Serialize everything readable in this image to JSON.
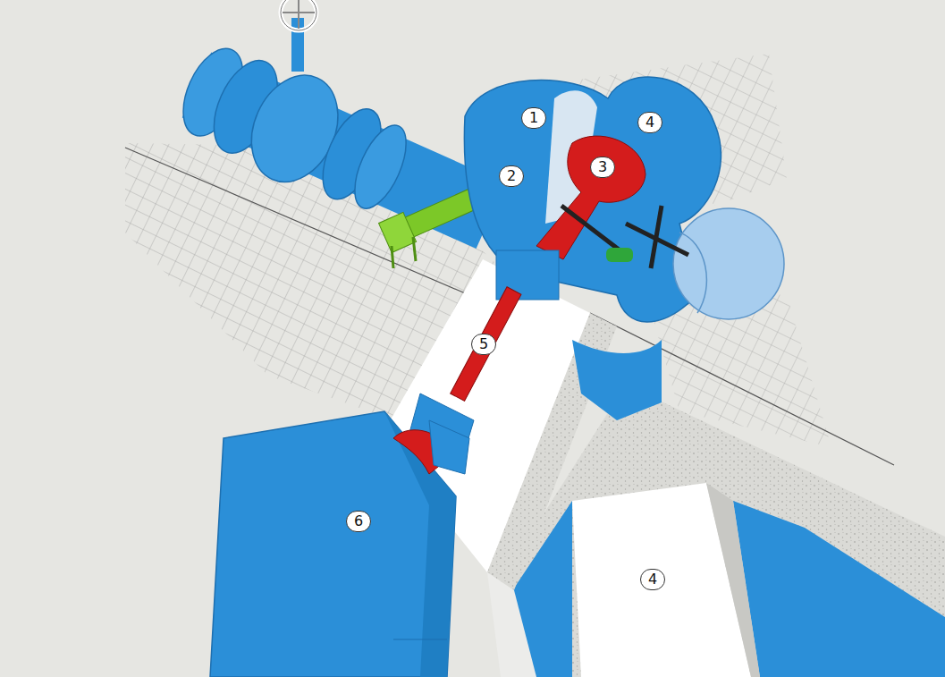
{
  "diagram": {
    "labels": [
      "1",
      "4",
      "3",
      "2",
      "5",
      "6",
      "4"
    ]
  }
}
